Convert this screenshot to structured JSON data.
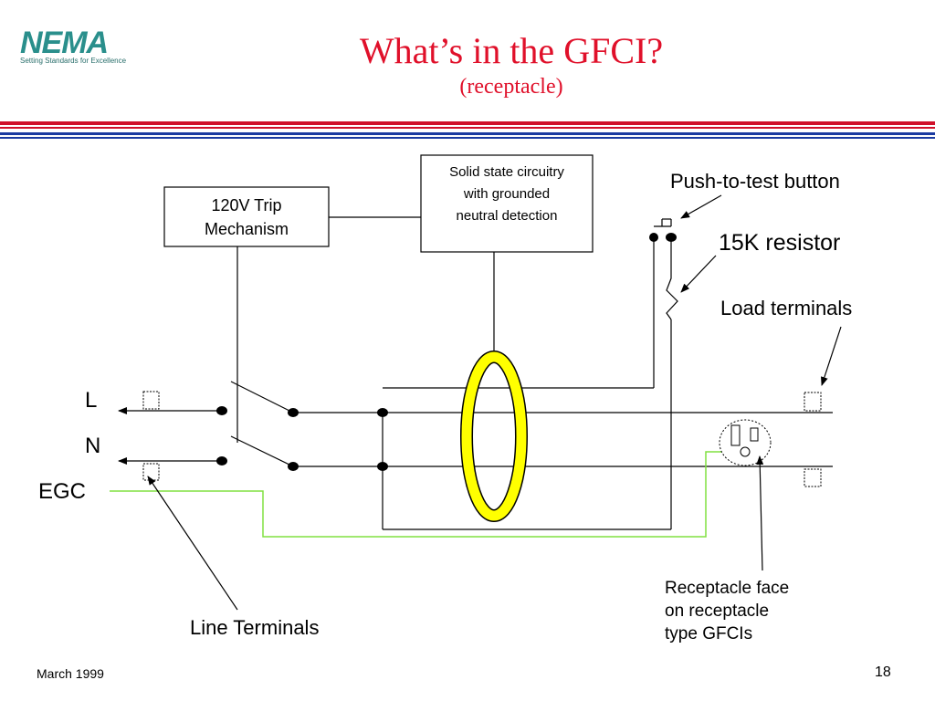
{
  "logo": {
    "word": "NEMA",
    "tagline": "Setting Standards for Excellence"
  },
  "title": "What’s in the GFCI?",
  "subtitle": "(receptacle)",
  "diagram": {
    "trip_box": [
      "120V Trip",
      "Mechanism"
    ],
    "circuit_box": [
      "Solid state circuitry",
      "with grounded",
      "neutral detection"
    ],
    "push_to_test_label": "Push-to-test button",
    "resistor_label": "15K resistor",
    "load_terminals_label": "Load terminals",
    "line_L": "L",
    "line_N": "N",
    "line_EGC": "EGC",
    "line_terminals_label": "Line Terminals",
    "receptacle_label": [
      "Receptacle face",
      "on receptacle",
      "type GFCIs"
    ]
  },
  "colors": {
    "title_red": "#e0102a",
    "rule_red": "#d0102a",
    "rule_blue": "#1a3aa0",
    "egc_green": "#80e040",
    "ring_yellow": "#ffff00"
  },
  "footer": {
    "date": "March 1999",
    "page": "18"
  }
}
